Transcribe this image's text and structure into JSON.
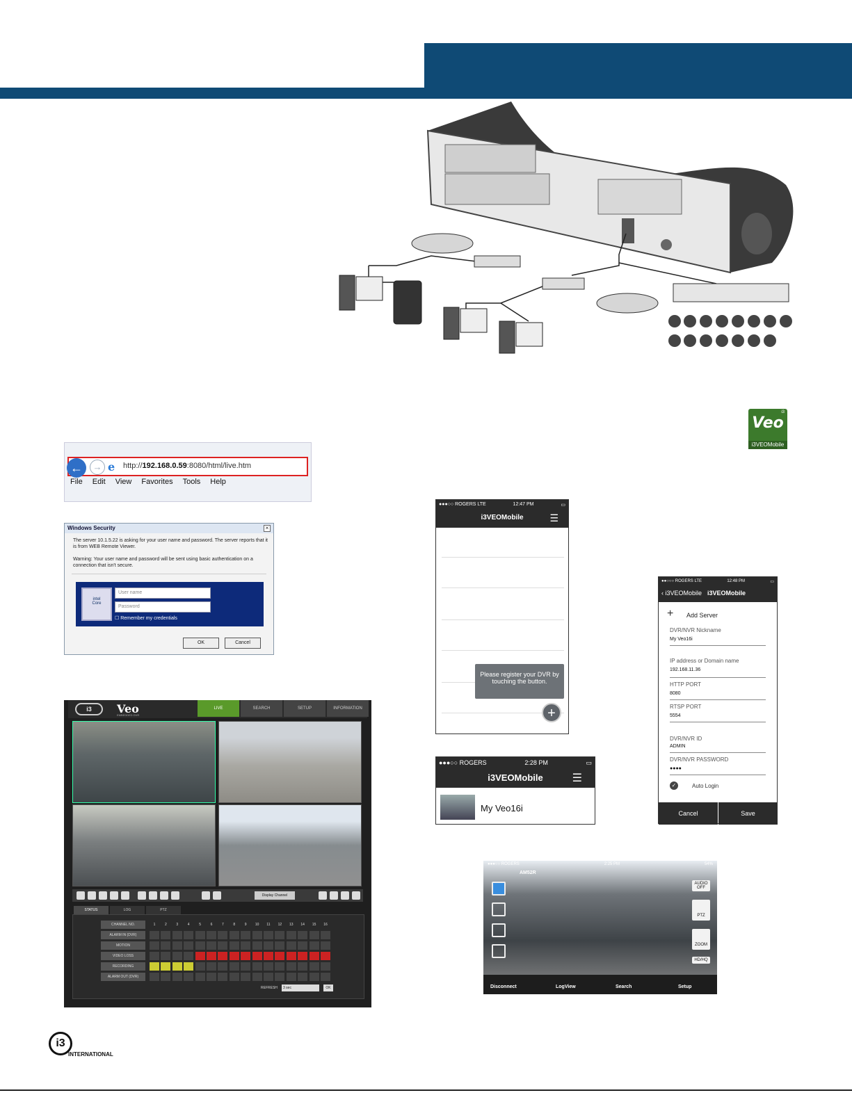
{
  "browser": {
    "url_prefix": "http://",
    "url_host": "192.168.0.59",
    "url_rest": ":8080/html/live.htm",
    "menu": [
      "File",
      "Edit",
      "View",
      "Favorites",
      "Tools",
      "Help"
    ]
  },
  "security_dialog": {
    "title": "Windows Security",
    "message": "The server 10.1.5.22 is asking for your user name and password. The server reports that it is from WEB Remote Viewer.",
    "warning": "Warning: Your user name and password will be sent using basic authentication on a connection that isn't secure.",
    "username_placeholder": "User name",
    "password_placeholder": "Password",
    "remember_label": "Remember my credentials",
    "ok_label": "OK",
    "cancel_label": "Cancel"
  },
  "web_viewer": {
    "logo": "Veo",
    "logo_sub": "EMBEDDED DVR",
    "tabs": [
      "LIVE",
      "SEARCH",
      "SETUP",
      "INFORMATION"
    ],
    "display_channel_label": "Display Channel",
    "status_tabs": [
      "STATUS",
      "LOG",
      "PTZ"
    ],
    "row_labels": [
      "CHANNEL NO.",
      "ALARM IN (DVR)",
      "MOTION",
      "VIDEO LOSS",
      "RECORDING",
      "ALARM OUT (DVR)"
    ],
    "channels": [
      "1",
      "2",
      "3",
      "4",
      "5",
      "6",
      "7",
      "8",
      "9",
      "10",
      "11",
      "12",
      "13",
      "14",
      "15",
      "16"
    ],
    "refresh_label": "REFRESH",
    "refresh_value": "3 sec",
    "ok_label": "OK"
  },
  "veo_icon": {
    "word": "Veo",
    "label": "i3VEOMobile",
    "badge": "i3"
  },
  "phone1": {
    "carrier": "●●●○○ ROGERS  LTE",
    "time": "12:47 PM",
    "title": "i3VEOMobile",
    "tip": "Please register your DVR by touching the button."
  },
  "phone2": {
    "carrier": "●●●○○ ROGERS",
    "time": "2:28 PM",
    "title": "i3VEOMobile",
    "server_name": "My Veo16i"
  },
  "phone3": {
    "carrier": "●●○○○ ROGERS  LTE",
    "time": "12:48 PM",
    "back_label": "i3VEOMobile",
    "title": "i3VEOMobile",
    "add_server": "Add Server",
    "fields": [
      {
        "label": "DVR/NVR Nickname",
        "value": "My Veo16i"
      },
      {
        "label": "IP address or Domain name",
        "value": "192.168.11.36"
      },
      {
        "label": "HTTP PORT",
        "value": "8080"
      },
      {
        "label": "RTSP PORT",
        "value": "5554"
      },
      {
        "label": "DVR/NVR ID",
        "value": "ADMIN"
      },
      {
        "label": "DVR/NVR PASSWORD",
        "value": "●●●●"
      }
    ],
    "auto_login": "Auto Login",
    "cancel_label": "Cancel",
    "save_label": "Save"
  },
  "camera_view": {
    "carrier": "●●●○○ ROGERS",
    "time": "2:25 PM",
    "battery": "54%",
    "camera_name": "AM52R",
    "audio_label": "AUDIO OFF",
    "ptz_label": "PTZ",
    "zoom_label": "ZOOM",
    "hdhq_label": "HD/HQ",
    "nav": [
      "Disconnect",
      "LogView",
      "Search",
      "Setup"
    ]
  },
  "footer_logo": {
    "brand": "i3",
    "sub": "INTERNATIONAL"
  },
  "colors": {
    "brand_blue": "#0f4a75",
    "veo_green": "#3c7a2c",
    "phone_dark": "#2b2b2b"
  }
}
